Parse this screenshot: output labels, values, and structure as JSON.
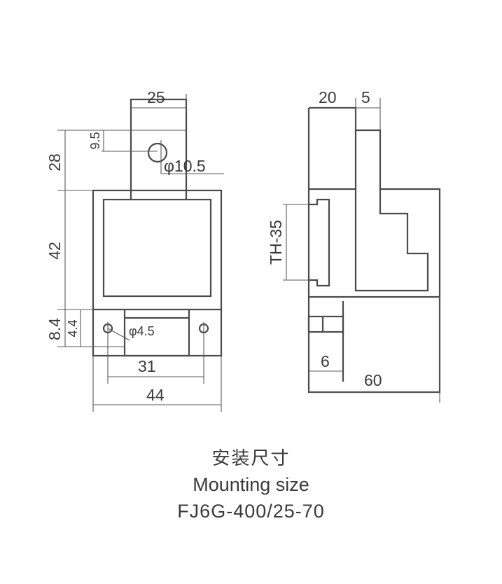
{
  "caption": {
    "chinese": "安装尺寸",
    "english": "Mounting size",
    "model": "FJ6G-400/25-70"
  },
  "dimensions": {
    "front_top_width": "25",
    "front_top_height": "28",
    "front_hole_offset": "9.5",
    "front_top_hole": "φ10.5",
    "front_window_height": "42",
    "front_bottom_height": "8.4",
    "front_bottom_offset": "4.4",
    "front_mount_hole": "φ4.5",
    "front_hole_spacing": "31",
    "front_total_width": "44",
    "side_top_left": "20",
    "side_top_right": "5",
    "side_rail": "TH-35",
    "side_small": "6",
    "side_total": "60"
  }
}
